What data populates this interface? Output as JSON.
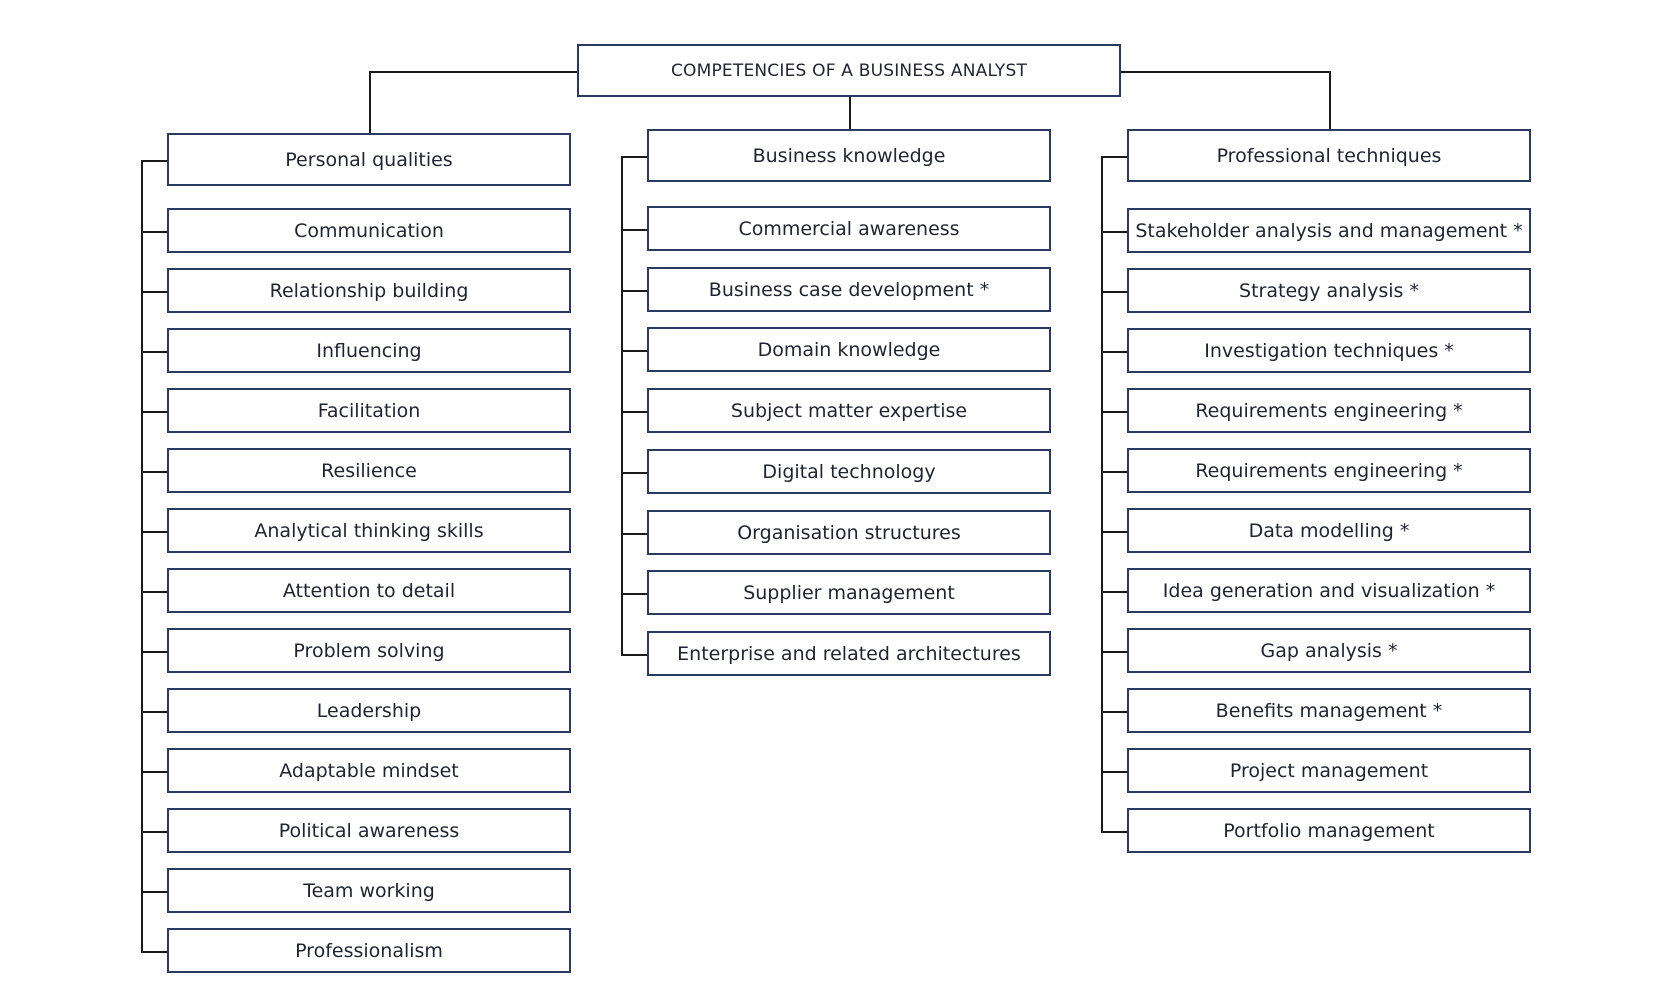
{
  "diagram": {
    "root": "COMPETENCIES OF A BUSINESS ANALYST",
    "columns": [
      {
        "title": "Personal qualities",
        "items": [
          "Communication",
          "Relationship building",
          "Influencing",
          "Facilitation",
          "Resilience",
          "Analytical thinking skills",
          "Attention to detail",
          "Problem solving",
          "Leadership",
          "Adaptable mindset",
          "Political awareness",
          "Team working",
          "Professionalism"
        ]
      },
      {
        "title": "Business knowledge",
        "items": [
          "Commercial awareness",
          "Business case development *",
          "Domain knowledge",
          "Subject matter expertise",
          "Digital technology",
          "Organisation structures",
          "Supplier management",
          "Enterprise and related architectures"
        ]
      },
      {
        "title": "Professional techniques",
        "items": [
          "Stakeholder analysis and management *",
          "Strategy analysis *",
          "Investigation techniques *",
          "Requirements engineering *",
          "Requirements engineering *",
          "Data modelling *",
          "Idea generation and visualization *",
          "Gap analysis *",
          "Benefits management *",
          "Project management",
          "Portfolio management"
        ]
      }
    ],
    "colors": {
      "border": "#2b3a63",
      "connector": "#1a1a1a"
    }
  }
}
